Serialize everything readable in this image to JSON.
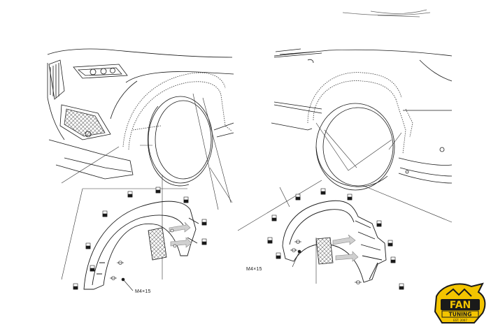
{
  "callouts": {
    "left_fastener": "M4×15",
    "right_fastener": "M4×15"
  },
  "logo": {
    "word1": "FAN",
    "word2": "TUNING",
    "est": "EST. 2007"
  },
  "colors": {
    "ink": "#1a1a1a",
    "light_ink": "#555555",
    "arrow_gray": "#c8c8c8",
    "logo_yellow": "#f3c400",
    "logo_dark": "#1a1a1a"
  }
}
